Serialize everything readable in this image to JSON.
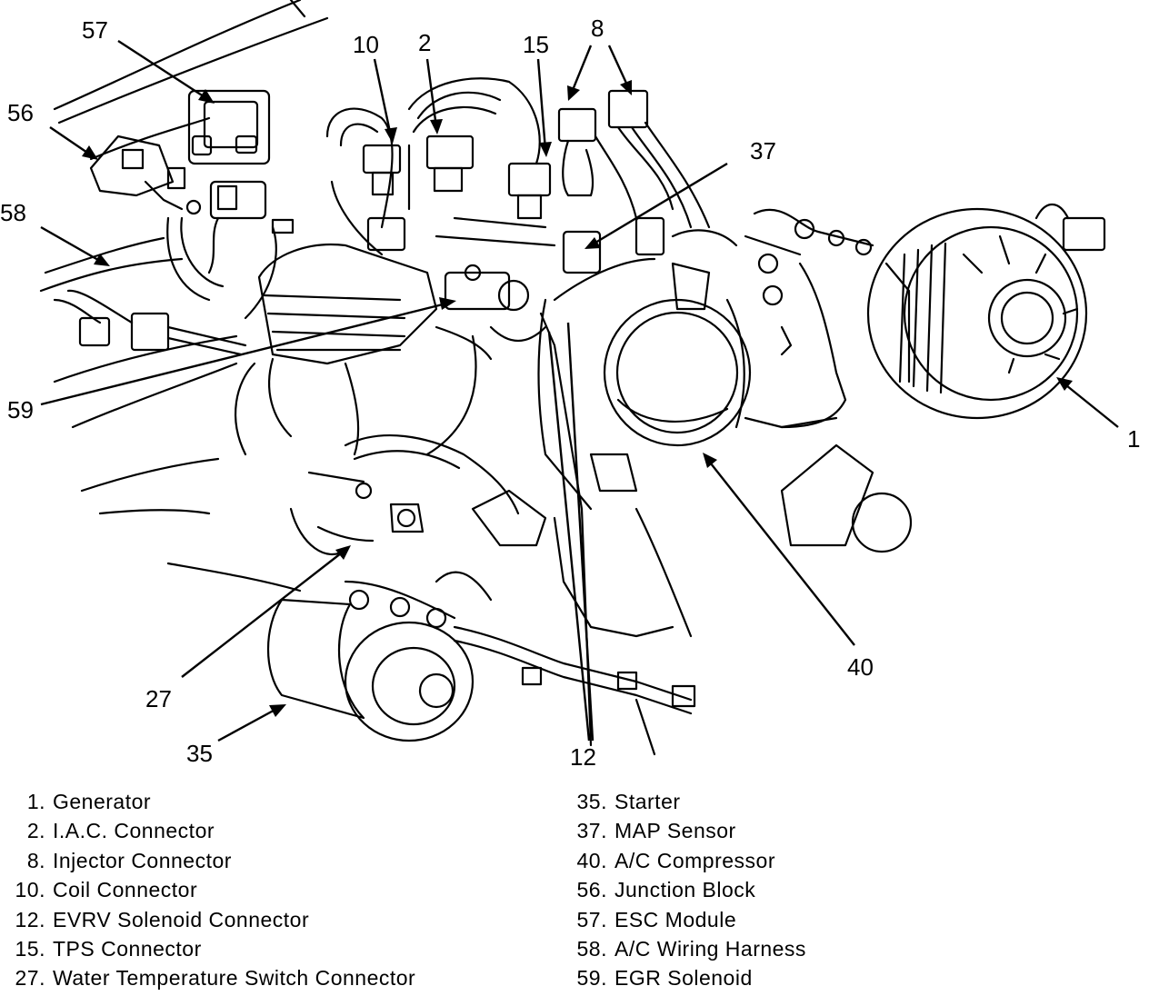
{
  "callouts": [
    {
      "id": "57",
      "text": "57"
    },
    {
      "id": "56",
      "text": "56"
    },
    {
      "id": "58",
      "text": "58"
    },
    {
      "id": "59",
      "text": "59"
    },
    {
      "id": "10",
      "text": "10"
    },
    {
      "id": "2",
      "text": "2"
    },
    {
      "id": "15",
      "text": "15"
    },
    {
      "id": "8",
      "text": "8"
    },
    {
      "id": "37",
      "text": "37"
    },
    {
      "id": "1",
      "text": "1"
    },
    {
      "id": "40",
      "text": "40"
    },
    {
      "id": "12",
      "text": "12"
    },
    {
      "id": "27",
      "text": "27"
    },
    {
      "id": "35",
      "text": "35"
    }
  ],
  "legend": {
    "left": [
      {
        "num": "1.",
        "label": "Generator"
      },
      {
        "num": "2.",
        "label": "I.A.C. Connector"
      },
      {
        "num": "8.",
        "label": "Injector Connector"
      },
      {
        "num": "10.",
        "label": "Coil Connector"
      },
      {
        "num": "12.",
        "label": "EVRV Solenoid Connector"
      },
      {
        "num": "15.",
        "label": "TPS Connector"
      },
      {
        "num": "27.",
        "label": "Water Temperature Switch Connector"
      }
    ],
    "right": [
      {
        "num": "35.",
        "label": "Starter"
      },
      {
        "num": "37.",
        "label": "MAP Sensor"
      },
      {
        "num": "40.",
        "label": "A/C Compressor"
      },
      {
        "num": "56.",
        "label": "Junction Block"
      },
      {
        "num": "57.",
        "label": "ESC Module"
      },
      {
        "num": "58.",
        "label": "A/C Wiring Harness"
      },
      {
        "num": "59.",
        "label": "EGR Solenoid"
      }
    ]
  }
}
